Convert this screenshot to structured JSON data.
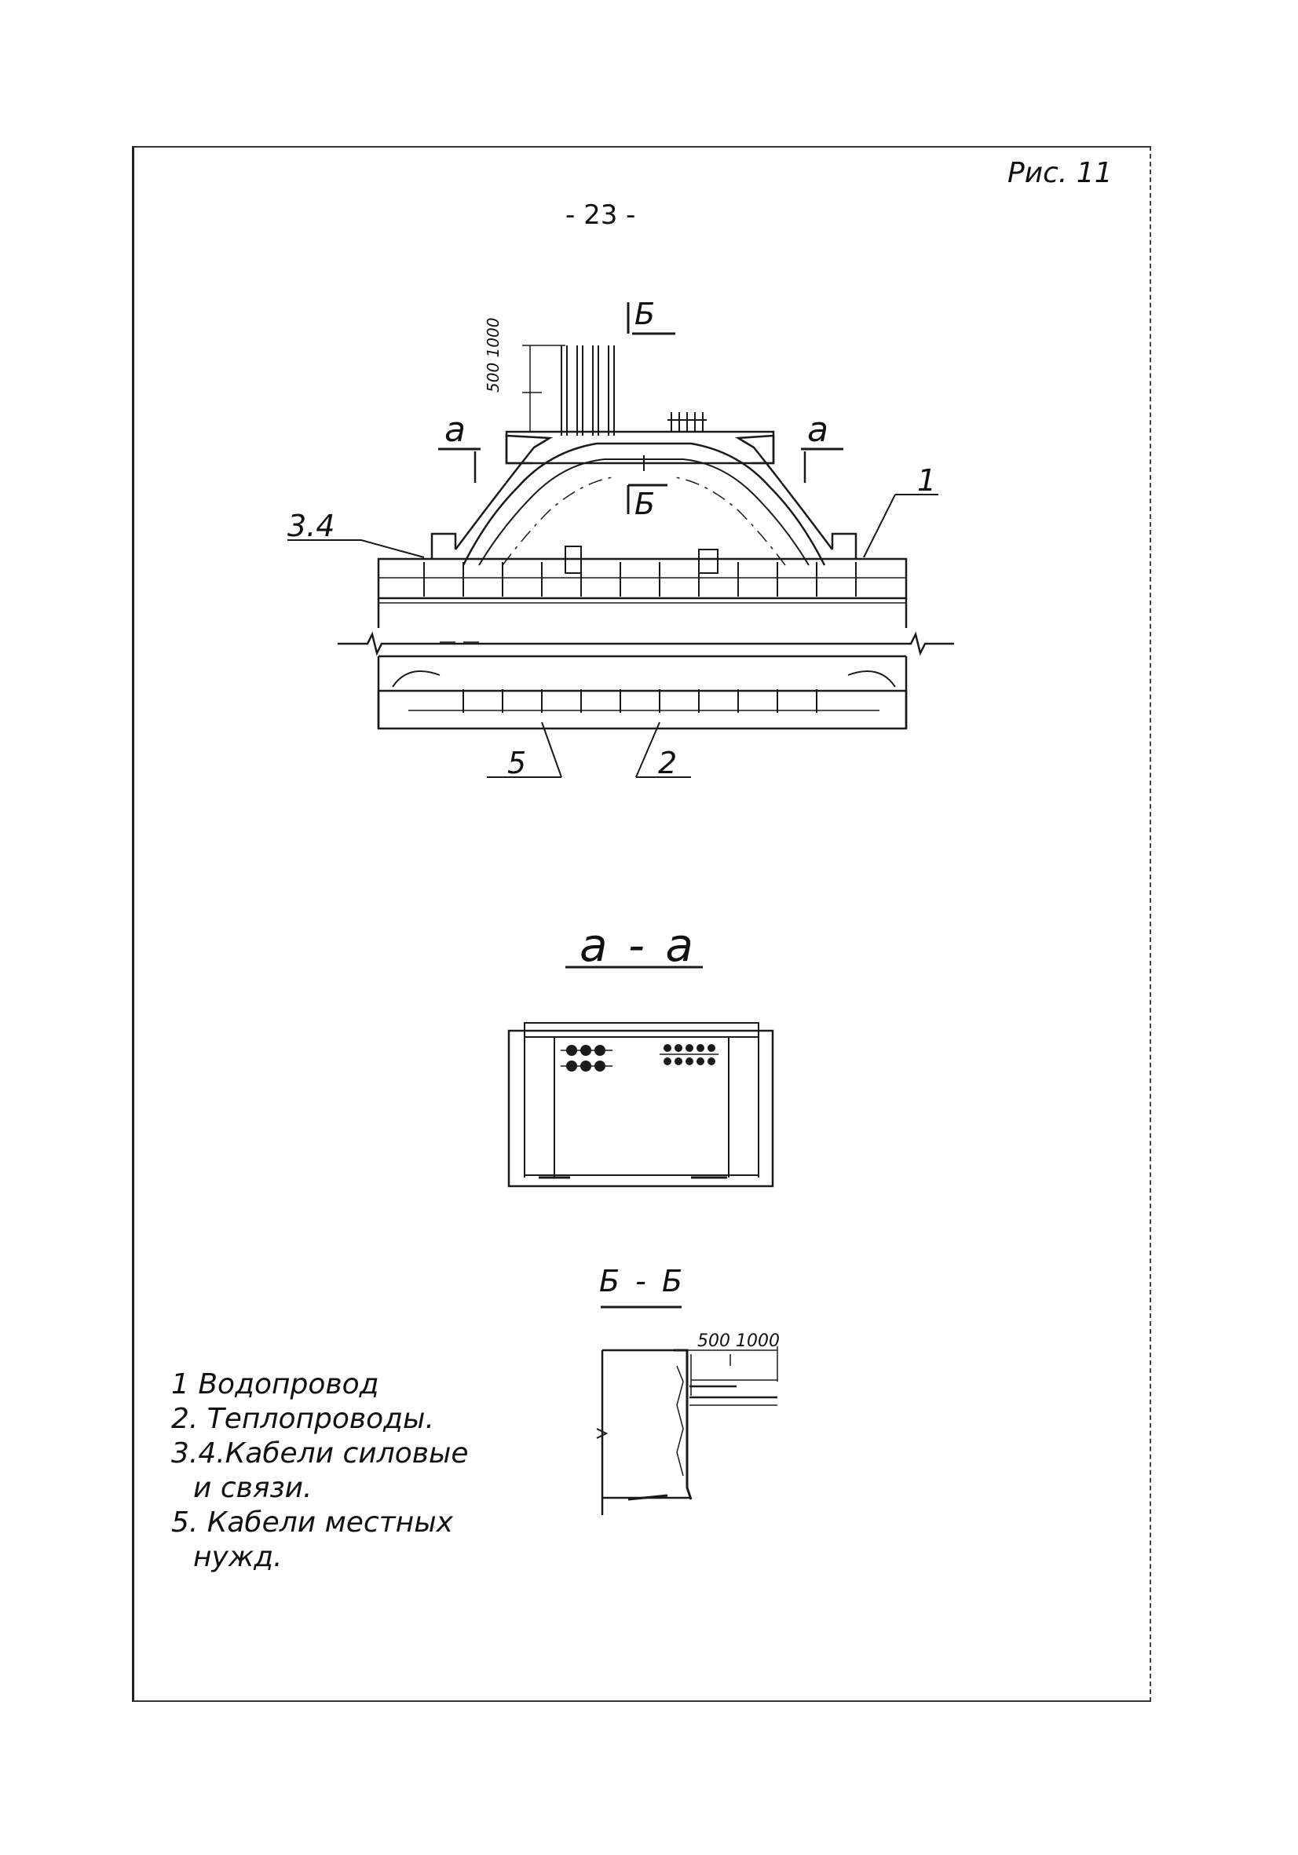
{
  "page": {
    "figure_label": "Рис. 11",
    "page_number": "- 23 -"
  },
  "plan_view": {
    "section_mark_a": "а",
    "section_mark_b": "Б",
    "dimension_label": "500 1000",
    "callouts": {
      "c1": "1",
      "c2": "2",
      "c34": "3.4",
      "c5": "5"
    }
  },
  "section_aa": {
    "title": "а - а"
  },
  "section_bb": {
    "title": "Б - Б",
    "dimension_label": "500 1000"
  },
  "legend": {
    "items": [
      "1 Водопровод",
      "2. Теплопроводы.",
      "3.4.Кабели силовые",
      "и связи.",
      "5. Кабели местных",
      "нужд."
    ]
  }
}
